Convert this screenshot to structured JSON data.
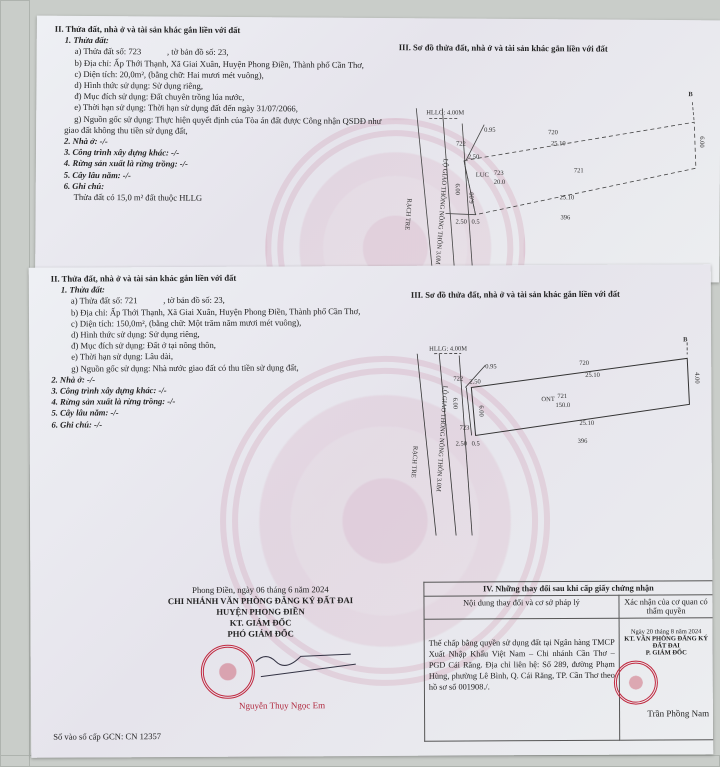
{
  "top_page": {
    "section_title": "II. Thửa đất, nhà ở và tài sản khác gắn liền với đất",
    "land_heading": "1. Thửa đất:",
    "lines": [
      "a) Thửa đất số: 723            , tờ bản đồ số: 23,",
      "b) Địa chỉ: Ấp Thới Thạnh, Xã Giai Xuân, Huyện Phong Điền, Thành phố Cần Thơ,",
      "c) Diện tích: 20,0m², (bằng chữ: Hai mươi mét vuông),",
      "d) Hình thức sử dụng: Sử dụng riêng,",
      "đ) Mục đích sử dụng: Đất chuyên trồng lúa nước,",
      "e) Thời hạn sử dụng: Thời hạn sử dụng đất đến ngày 31/07/2066,",
      "g) Nguồn gốc sử dụng: Thực hiện quyết định của Tòa án đất được Công nhận QSDĐ như"
    ],
    "line_cont": "giao đất không thu tiền sử dụng đất,",
    "items": [
      "2. Nhà ở: -/-",
      "3. Công trình xây dựng khác: -/-",
      "4. Rừng sản xuất là rừng trồng: -/-",
      "5. Cây lâu năm: -/-",
      "6. Ghi chú:"
    ],
    "note": "Thửa đất có 15,0 m² đất thuộc HLLG",
    "diagram_title": "III. Sơ đồ thửa đất, nhà ở và tài sản khác gắn liền với đất",
    "diagram": {
      "hllg": "HLLG: 4.00M",
      "road": "LỘ GIAO THÔNG NÔNG THÔN 3.0M",
      "canal": "RẠCH TRE",
      "p722": "722",
      "p720": "720",
      "p721": "721",
      "p396": "396",
      "luc": "LUC",
      "p723": "723",
      "area": "20.0",
      "d095": "0.95",
      "d250a": "2.50",
      "d250b": "2.50",
      "d05": "0.5",
      "d600a": "6.00",
      "d600b": "6.00",
      "d600c": "6.00",
      "top": "25.10",
      "bot": "25.10",
      "north": "B"
    }
  },
  "bottom_page": {
    "section_title": "II. Thửa đất, nhà ở và tài sản khác gắn liền với đất",
    "land_heading": "1. Thửa đất:",
    "lines": [
      "a) Thửa đất số: 721            , tờ bản đồ số: 23,",
      "b) Địa chỉ: Ấp Thới Thạnh, Xã Giai Xuân, Huyện Phong Điền, Thành phố Cần Thơ,",
      "c) Diện tích: 150,0m², (bằng chữ: Một trăm năm mươi mét vuông),",
      "d) Hình thức sử dụng: Sử dụng riêng,",
      "đ) Mục đích sử dụng: Đất ở tại nông thôn,",
      "e) Thời hạn sử dụng: Lâu dài,",
      "g) Nguồn gốc sử dụng: Nhà nước giao đất có thu tiền sử dụng đất,"
    ],
    "items": [
      "2. Nhà ở: -/-",
      "3. Công trình xây dựng khác: -/-",
      "4. Rừng sản xuất là rừng trồng: -/-",
      "5. Cây lâu năm: -/-",
      "6. Ghi chú: -/-"
    ],
    "diagram_title": "III. Sơ đồ thửa đất, nhà ở và tài sản khác gắn liền với đất",
    "diagram": {
      "hllg": "HLLG: 4.00M",
      "road": "LỘ GIAO THÔNG NÔNG THÔN 3.0M",
      "canal": "RẠCH TRE",
      "p722": "722",
      "p720": "720",
      "p723": "723",
      "p396": "396",
      "ont": "ONT",
      "p721": "721",
      "area": "150.0",
      "d095": "0.95",
      "d250a": "2.50",
      "d250b": "2.50",
      "d05": "0.5",
      "d600a": "6.00",
      "d600b": "6.00",
      "d400": "4.00",
      "top": "25.10",
      "bot": "25.10",
      "north": "B"
    },
    "signature": {
      "date": "Phong Điền, ngày 06 tháng 6 năm 2024",
      "org1": "CHI NHÁNH VĂN PHÒNG ĐĂNG KÝ ĐẤT ĐAI",
      "org2": "HUYỆN PHONG ĐIỀN",
      "kt": "KT. GIÁM ĐỐC",
      "role": "PHÓ GIÁM ĐỐC",
      "name": "Nguyễn Thụy Ngọc Em"
    },
    "registry": "Số vào sổ cấp GCN: CN 12357",
    "changes": {
      "title": "IV. Những thay đổi sau khi cấp giấy chứng nhận",
      "col1": "Nội dung thay đổi và cơ sở pháp lý",
      "col2": "Xác nhận của cơ quan có thẩm quyền",
      "content": "Thế chấp bằng quyền sử dụng đất tại Ngân hàng TMCP Xuất Nhập Khẩu Việt Nam – Chi nhánh Cần Thơ – PGD Cái Răng. Địa chỉ liên hệ: Số 289, đường Phạm Hùng, phường Lê Bình, Q. Cái Răng, TP. Cần Thơ theo hồ sơ số 001908./.",
      "confirm_date": "Ngày 20 tháng 8 năm 2024",
      "confirm_org": "KT. VĂN PHÒNG ĐĂNG KÝ ĐẤT ĐAI",
      "confirm_role": "P. GIÁM ĐỐC",
      "confirm_name": "Trần Phồng Nam"
    }
  }
}
